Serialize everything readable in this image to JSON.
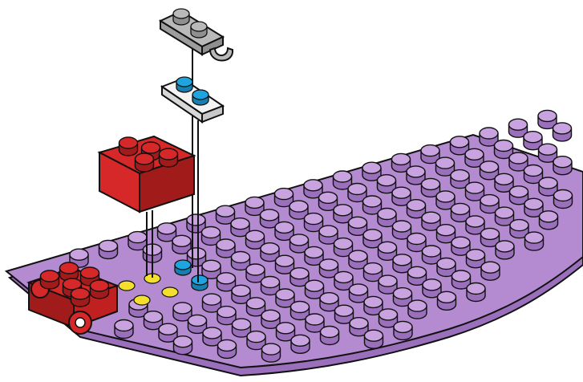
{
  "colors": {
    "background": "#ffffff",
    "outline": "#111111",
    "baseplate_top": "#b48ad0",
    "baseplate_side": "#9a6fbb",
    "stud_top": "#c8a3df",
    "red_brick": "#d62828",
    "red_brick_dark": "#a11b1b",
    "gray_plate": "#b9b9b9",
    "gray_plate_dark": "#8f8f8f",
    "white_plate": "#f4f4f4",
    "white_plate_side": "#d8d8d8",
    "cyan_marker": "#1ea4df",
    "yellow_marker": "#f5df2e",
    "guide_line": "#111111"
  },
  "components": {
    "baseplate": {
      "kind": "purple baseplate",
      "shape": "curved quarter-round edge"
    },
    "top_plate": {
      "kind": "gray clip plate",
      "studs": 2
    },
    "middle_plate": {
      "kind": "white plate",
      "studs": 2
    },
    "brick": {
      "kind": "red 2x2 brick",
      "studs": 4
    },
    "installed_parts": {
      "kind": "red pieces already on baseplate"
    }
  },
  "markers": {
    "cyan_count": 2,
    "yellow_count": 4
  }
}
